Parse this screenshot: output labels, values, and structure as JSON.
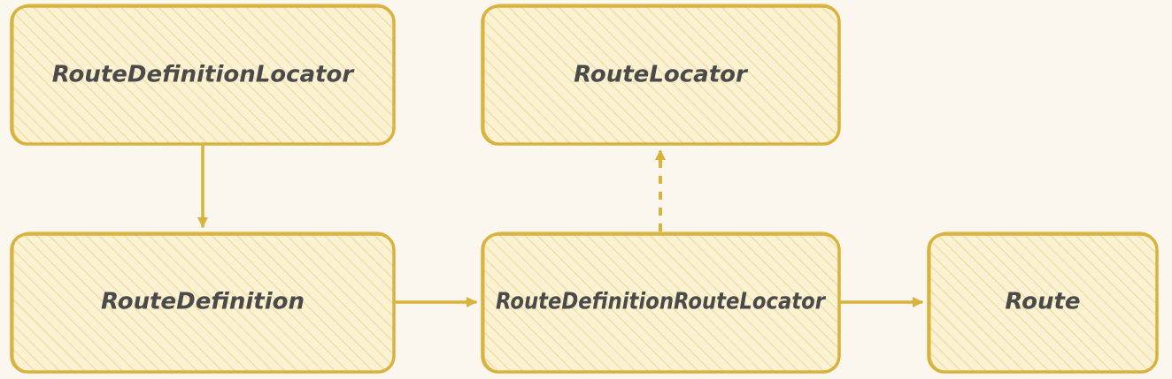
{
  "diagram": {
    "colors": {
      "background": "#fbf7ef",
      "stroke": "#d9b23c",
      "fill": "#fbf1d3",
      "hatch": "#f2dfa4",
      "text": "#4a4a4a"
    },
    "nodes": {
      "route_definition_locator": "RouteDefinitionLocator",
      "route_locator": "RouteLocator",
      "route_definition": "RouteDefinition",
      "route_definition_route_locator": "RouteDefinitionRouteLocator",
      "route": "Route"
    },
    "edges": [
      {
        "from": "route_definition_locator",
        "to": "route_definition",
        "style": "solid"
      },
      {
        "from": "route_definition",
        "to": "route_definition_route_locator",
        "style": "solid"
      },
      {
        "from": "route_definition_route_locator",
        "to": "route_locator",
        "style": "dashed"
      },
      {
        "from": "route_definition_route_locator",
        "to": "route",
        "style": "solid"
      }
    ]
  }
}
